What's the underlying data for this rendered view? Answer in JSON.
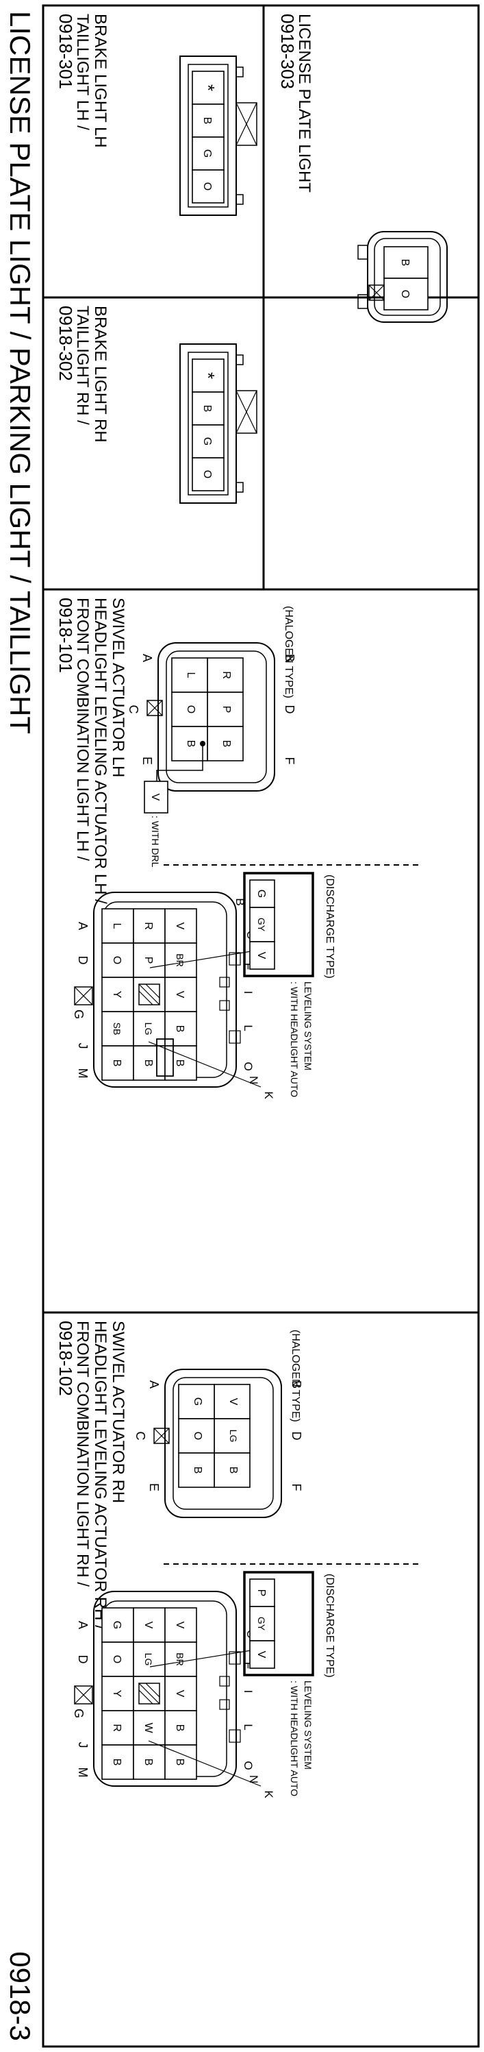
{
  "page": {
    "title": "LICENSE PLATE LIGHT / PARKING LIGHT / TAILLIGHT",
    "code": "0918-3"
  },
  "sections": [
    {
      "code": "0918-301",
      "lines": [
        "TAILLIGHT LH /",
        "BRAKE LIGHT LH"
      ],
      "pins": [
        "*",
        "B",
        "G",
        "O"
      ]
    },
    {
      "code": "0918-302",
      "lines": [
        "TAILLIGHT RH /",
        "BRAKE LIGHT RH"
      ],
      "pins": [
        "*",
        "B",
        "G",
        "O"
      ]
    },
    {
      "code": "0918-303",
      "lines": [
        "LICENSE PLATE LIGHT"
      ],
      "pins": [
        "B",
        "O"
      ]
    },
    {
      "code": "0918-101",
      "lines": [
        "FRONT COMBINATION LIGHT LH /",
        "HEADLIGHT LEVELING ACTUATOR LH /",
        "SWIVEL ACTUATOR LH"
      ],
      "halogen": {
        "grid": [
          [
            "L",
            "O",
            "B"
          ],
          [
            "R",
            "P",
            "B"
          ]
        ],
        "top_letters": [
          "A",
          "C",
          "E"
        ],
        "bottom_letters": [
          "B",
          "D",
          "F"
        ],
        "extra_pin": "V",
        "extra_note": ": WITH DRL",
        "type_label": "(HALOGEN TYPE)"
      },
      "discharge": {
        "grid": [
          [
            "L",
            "O",
            "Y",
            "SB",
            "B"
          ],
          [
            "R",
            "P",
            "",
            "LG",
            "B"
          ],
          [
            "V",
            "BR",
            "V",
            "B",
            "B"
          ]
        ],
        "top_letters": [
          "A",
          "D",
          "G",
          "J",
          "M"
        ],
        "callouts": [
          "B",
          "C",
          "E",
          "F",
          "I",
          "L",
          "O",
          "N",
          "K"
        ],
        "extra_pins": [
          "G",
          "GY",
          "V"
        ],
        "extra_note": [
          ": WITH HEADLIGHT AUTO",
          "LEVELING SYSTEM"
        ],
        "type_label": "(DISCHARGE TYPE)"
      }
    },
    {
      "code": "0918-102",
      "lines": [
        "FRONT COMBINATION LIGHT RH /",
        "HEADLIGHT LEVELING ACTUATOR RH /",
        "SWIVEL ACTUATOR RH"
      ],
      "halogen": {
        "grid": [
          [
            "G",
            "O",
            "B"
          ],
          [
            "V",
            "LG",
            "B"
          ]
        ],
        "top_letters": [
          "A",
          "C",
          "E"
        ],
        "bottom_letters": [
          "B",
          "D",
          "F"
        ],
        "type_label": "(HALOGEN TYPE)"
      },
      "discharge": {
        "grid": [
          [
            "G",
            "O",
            "Y",
            "R",
            "B"
          ],
          [
            "V",
            "LG",
            "",
            "W",
            "B"
          ],
          [
            "V",
            "BR",
            "V",
            "B",
            "B"
          ]
        ],
        "top_letters": [
          "A",
          "D",
          "G",
          "J",
          "M"
        ],
        "callouts": [
          "C",
          "E",
          "F",
          "I",
          "L",
          "O",
          "N",
          "K"
        ],
        "extra_pins": [
          "P",
          "GY",
          "V"
        ],
        "extra_note": [
          ": WITH HEADLIGHT AUTO",
          "LEVELING SYSTEM"
        ],
        "type_label": "(DISCHARGE TYPE)"
      }
    }
  ]
}
